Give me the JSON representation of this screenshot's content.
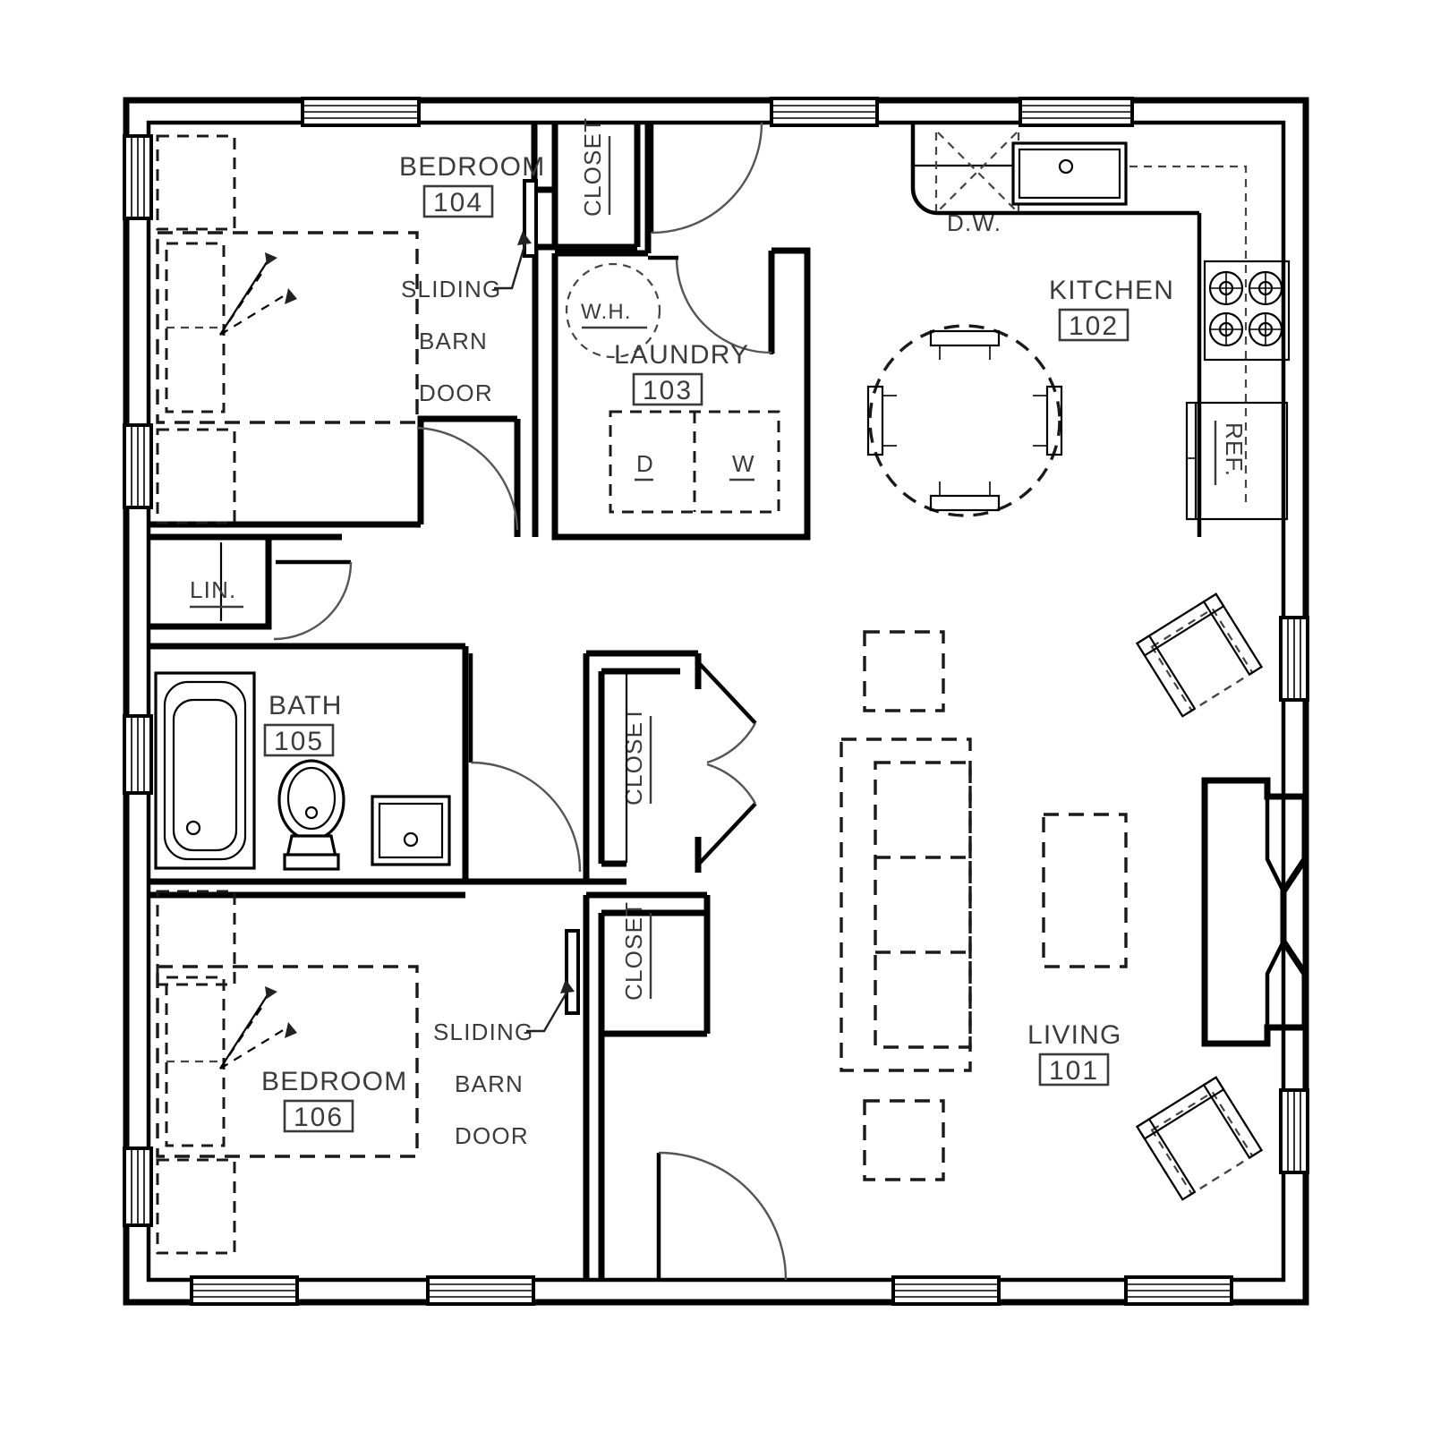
{
  "drawing": {
    "type": "residential-floor-plan",
    "description": "Single story two-bedroom house floor plan"
  },
  "rooms": [
    {
      "key": "living",
      "name": "LIVING",
      "number": "101"
    },
    {
      "key": "kitchen",
      "name": "KITCHEN",
      "number": "102"
    },
    {
      "key": "laundry",
      "name": "LAUNDRY",
      "number": "103"
    },
    {
      "key": "bedroom1",
      "name": "BEDROOM",
      "number": "104"
    },
    {
      "key": "bath",
      "name": "BATH",
      "number": "105"
    },
    {
      "key": "bedroom2",
      "name": "BEDROOM",
      "number": "106"
    }
  ],
  "labels": {
    "closet_top": "CLOSET",
    "closet_mid_upper": "CLOSET",
    "closet_mid_lower": "CLOSET",
    "linen": "LIN.",
    "water_heater": "W.H.",
    "dryer": "D",
    "washer": "W",
    "dishwasher": "D.W.",
    "refrigerator": "REF.",
    "sliding_barn_door_1_line1": "SLIDING",
    "sliding_barn_door_1_line2": "BARN",
    "sliding_barn_door_1_line3": "DOOR",
    "sliding_barn_door_2_line1": "SLIDING",
    "sliding_barn_door_2_line2": "BARN",
    "sliding_barn_door_2_line3": "DOOR"
  },
  "fixtures": [
    {
      "key": "bathtub",
      "room": "bath",
      "type": "tub"
    },
    {
      "key": "toilet",
      "room": "bath",
      "type": "toilet"
    },
    {
      "key": "vanity-sink",
      "room": "bath",
      "type": "sink"
    },
    {
      "key": "kitchen-sink",
      "room": "kitchen",
      "type": "sink"
    },
    {
      "key": "range",
      "room": "kitchen",
      "type": "range-4-burner"
    },
    {
      "key": "refrigerator",
      "room": "kitchen",
      "type": "refrigerator"
    },
    {
      "key": "dishwasher",
      "room": "kitchen",
      "type": "dishwasher"
    },
    {
      "key": "dining-table",
      "room": "kitchen",
      "type": "round-table-4-chairs"
    },
    {
      "key": "fireplace",
      "room": "living",
      "type": "bay-fireplace"
    },
    {
      "key": "sofa",
      "room": "living",
      "type": "sofa-3-seat"
    },
    {
      "key": "coffee-table",
      "room": "living",
      "type": "coffee-table"
    },
    {
      "key": "armchair-1",
      "room": "living",
      "type": "armchair"
    },
    {
      "key": "armchair-2",
      "room": "living",
      "type": "armchair"
    },
    {
      "key": "end-table-1",
      "room": "living",
      "type": "end-table"
    },
    {
      "key": "end-table-2",
      "room": "living",
      "type": "end-table"
    },
    {
      "key": "bed-1",
      "room": "bedroom1",
      "type": "bed-queen"
    },
    {
      "key": "bed-2",
      "room": "bedroom2",
      "type": "bed-queen"
    },
    {
      "key": "washer-dryer",
      "room": "laundry",
      "type": "washer-dryer-pair"
    },
    {
      "key": "water-heater",
      "room": "laundry",
      "type": "water-heater"
    }
  ],
  "colors": {
    "wall": "#000000",
    "text": "#3b3b3b",
    "furniture_dashed": "#1a1a1a",
    "door_swing": "#555555",
    "background": "#ffffff"
  },
  "counts": {
    "bedrooms": 2,
    "bathrooms": 1,
    "closets": 3,
    "exterior_windows": 14
  }
}
